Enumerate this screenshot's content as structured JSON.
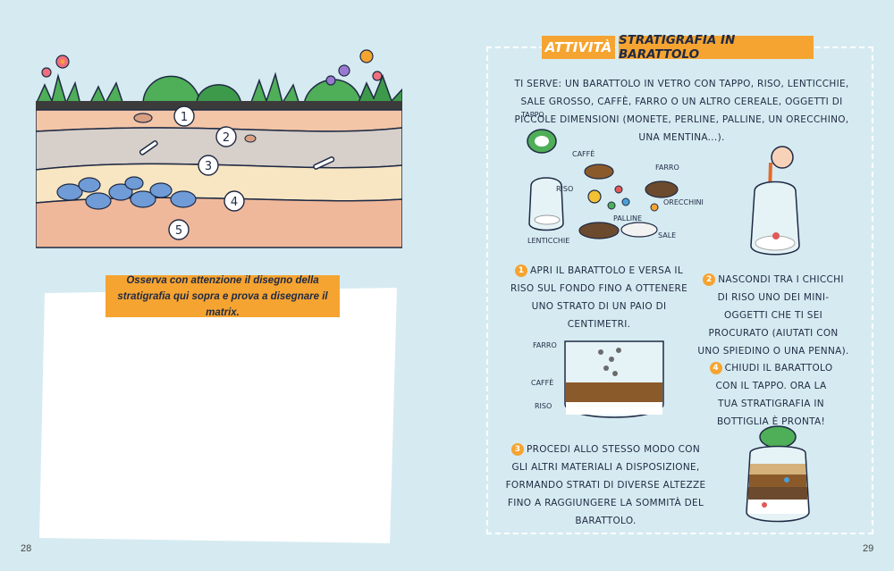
{
  "pages": {
    "left_number": "28",
    "right_number": "29"
  },
  "stratigraphy": {
    "layers": [
      "1",
      "2",
      "3",
      "4",
      "5"
    ]
  },
  "instruction": "Osserva con attenzione il disegno della stratigrafia qui sopra e prova a disegnare il matrix.",
  "activity": {
    "title_label": "Attività",
    "title_name": "Stratigrafia in barattolo",
    "materials": "Ti serve: un barattolo in vetro con tappo, riso, lenticchie, sale grosso, caffè, farro o un altro cereale, oggetti di piccole dimensioni (monete, perline, palline, un orecchino, una mentina...).",
    "labels": {
      "tappo": "Tappo",
      "caffe": "Caffè",
      "farro": "Farro",
      "riso": "Riso",
      "orecchini": "Orecchini",
      "palline": "Palline",
      "sale": "Sale",
      "lenticchie": "Lenticchie",
      "farro2": "Farro",
      "caffe2": "Caffè",
      "riso2": "Riso"
    },
    "steps": [
      {
        "num": "1",
        "text": "Apri il barattolo e versa il riso sul fondo fino a ottenere uno strato di un paio di centimetri."
      },
      {
        "num": "2",
        "text": "Nascondi tra i chicchi di riso uno dei mini-oggetti che ti sei procurato (aiutati con uno spiedino o una penna)."
      },
      {
        "num": "3",
        "text": "Procedi allo stesso modo con gli altri materiali a disposizione, formando strati di diverse altezze fino a raggiungere la sommità del barattolo."
      },
      {
        "num": "4",
        "text": "Chiudi il barattolo con il tappo. Ora la tua stratigrafia in bottiglia è pronta!"
      }
    ]
  },
  "colors": {
    "orange": "#f6a431",
    "background": "#d6ebf1",
    "ink": "#1f2a44"
  }
}
